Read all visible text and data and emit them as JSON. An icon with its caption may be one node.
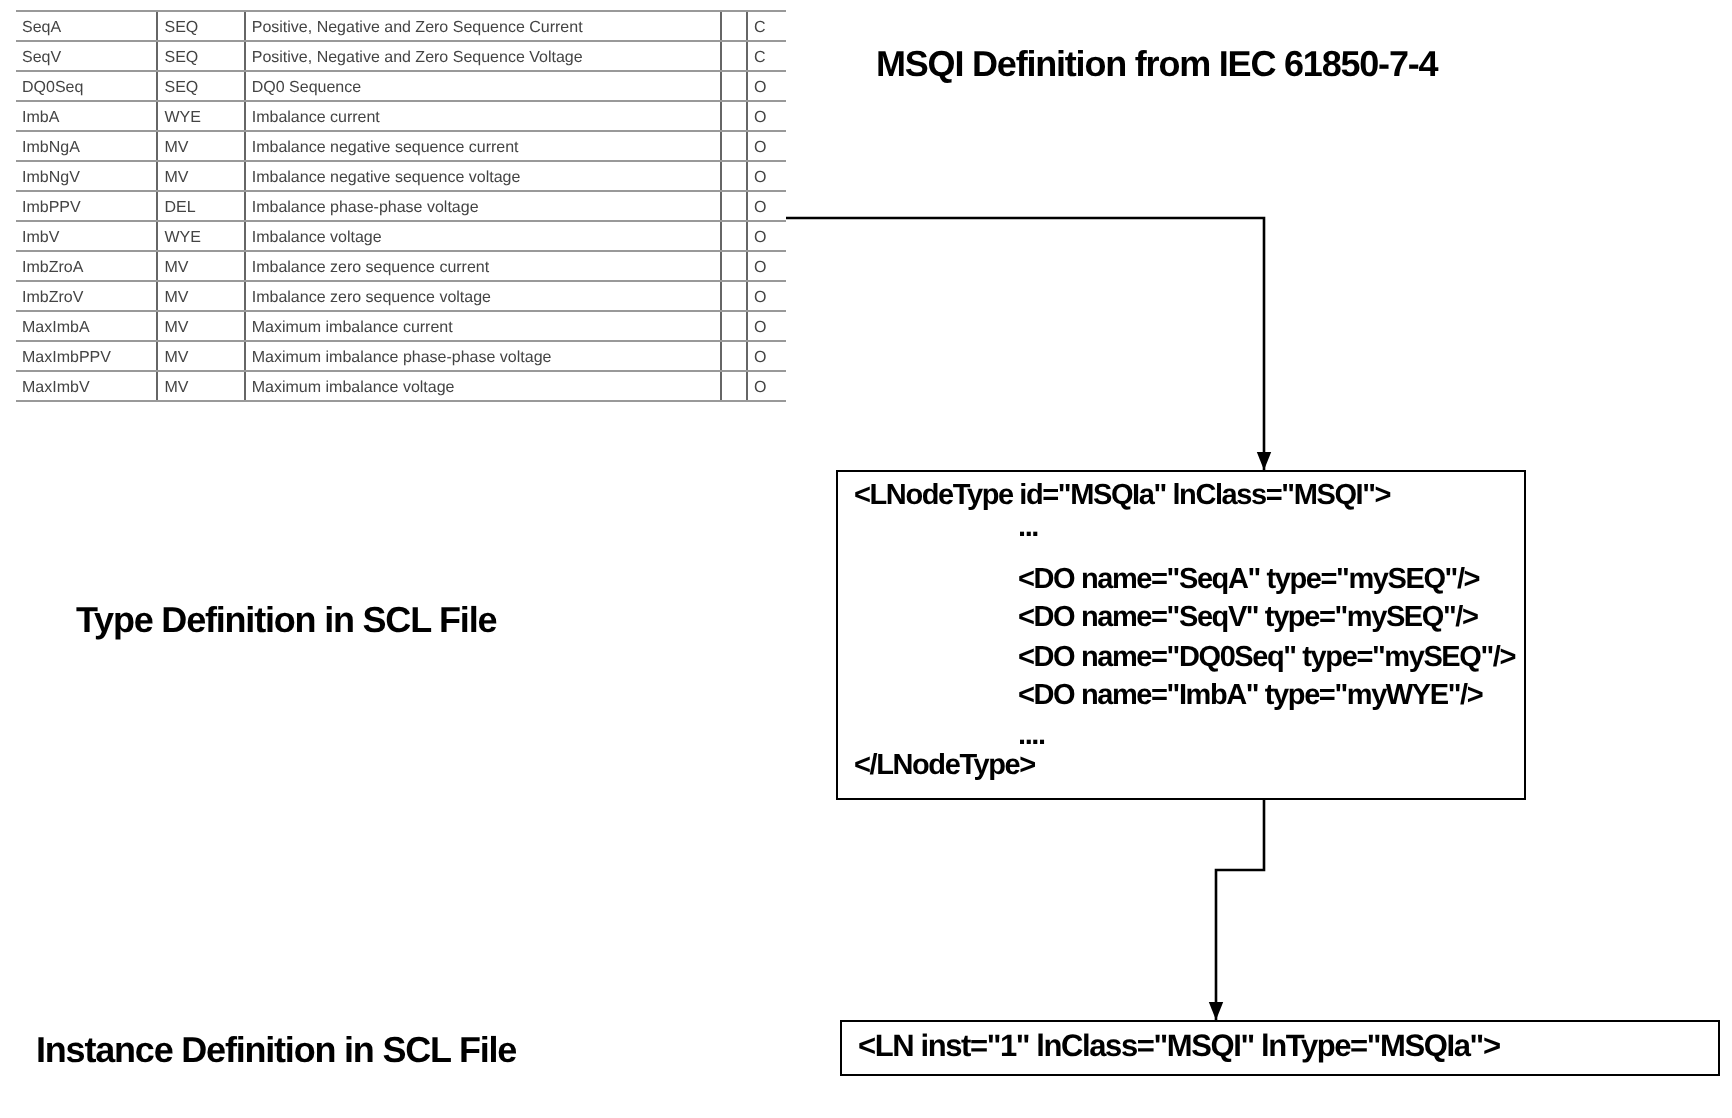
{
  "diagram": {
    "title": "MSQI Definition from IEC 61850-7-4",
    "nodes": [
      {
        "text": [
          "SeqA",
          "SEQ",
          "Positive, Negative and Zero Sequence Current",
          "C",
          "SeqV",
          "SEQ",
          "Positive, Negative and Zero Sequence Voltage",
          "C",
          "DQ0Seq",
          "SEQ",
          "DQ0 Sequence",
          "O",
          "ImbA",
          "WYE",
          "Imbalance current",
          "O",
          "ImbNgA",
          "MV",
          "Imbalance negative sequence current",
          "O",
          "ImbNgV",
          "MV",
          "Imbalance negative sequence voltage",
          "O",
          "ImbPPV",
          "DEL",
          "Imbalance phase-phase voltage",
          "O",
          "ImbV",
          "WYE",
          "Imbalance voltage",
          "O",
          "ImbZroA",
          "MV",
          "Imbalance zero sequence current",
          "O",
          "ImbZroV",
          "MV",
          "Imbalance zero sequence voltage",
          "O",
          "MaxImbA",
          "MV",
          "Maximum imbalance current",
          "O",
          "MaxImbPPV",
          "MV",
          "Maximum imbalance phase-phase voltage",
          "O",
          "MaxImbV",
          "MV",
          "Maximum imbalance voltage",
          "O"
        ]
      },
      {
        "text": [
          "<LNodeType id=\"MSQIa\" lnClass=\"MSQI\">",
          "...",
          "<DO name=\"SeqA\" type=\"mySEQ\"/>",
          "<DO name=\"SeqV\" type=\"mySEQ\"/>",
          "<DO name=\"DQ0Seq\" type=\"mySEQ\"/>",
          "<DO name=\"ImbA\" type=\"myWYE\"/>",
          "....",
          "</LNodeType>"
        ]
      },
      {
        "text": [
          "<LN inst=\"1\" lnClass=\"MSQI\" lnType=\"MSQIa\">"
        ]
      }
    ],
    "edges": [
      {
        "from": 0,
        "to": 1,
        "arrow": "to"
      },
      {
        "from": 1,
        "to": 2,
        "arrow": "to"
      }
    ],
    "labels": [
      "Type Definition in SCL File",
      "Instance Definition in SCL File"
    ]
  }
}
